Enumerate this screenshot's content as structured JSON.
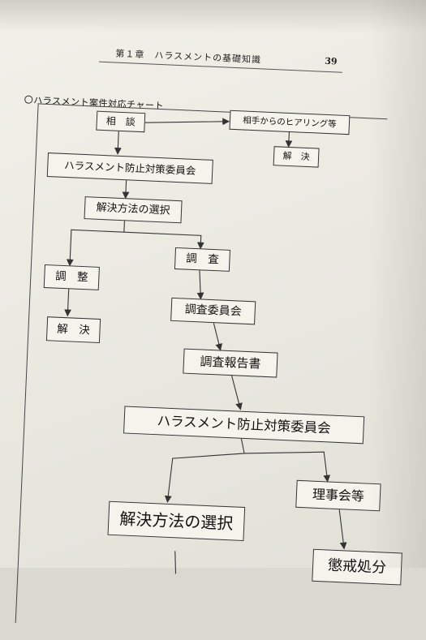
{
  "header": {
    "chapter_title": "第１章　ハラスメントの基礎知識",
    "page_number": "39"
  },
  "chart": {
    "title": "〇ハラスメント案件対応チャート"
  },
  "nodes": {
    "consultation": "相　談",
    "hearing": "相手からのヒアリング等",
    "resolution_1": "解　決",
    "committee_1": "ハラスメント防止対策委員会",
    "method_1": "解決方法の選択",
    "adjustment": "調　整",
    "investigation": "調　査",
    "resolution_2": "解　決",
    "investigation_committee": "調査委員会",
    "investigation_report": "調査報告書",
    "committee_2": "ハラスメント防止対策委員会",
    "board_meeting": "理事会等",
    "method_2": "解決方法の選択",
    "disciplinary": "懲戒処分"
  }
}
